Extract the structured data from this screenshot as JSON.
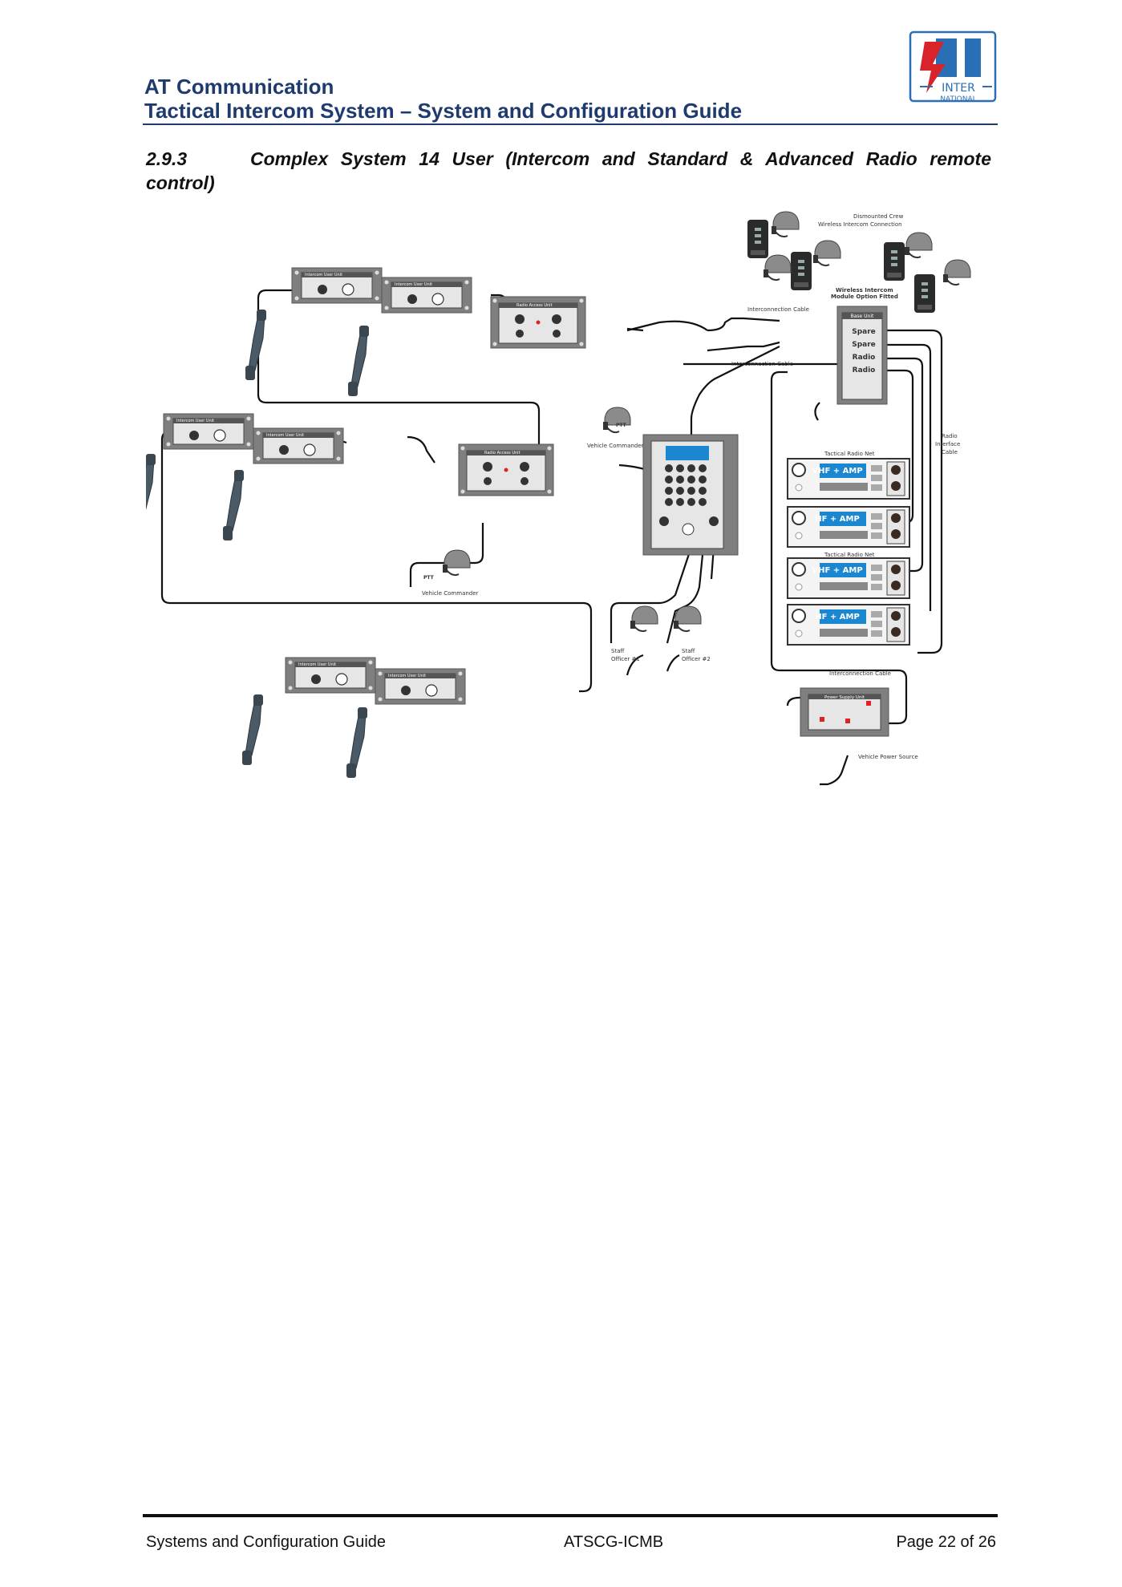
{
  "header": {
    "company": "AT Communication",
    "doc_title": "Tactical Intercom System – System and Configuration Guide",
    "logo_text_top": "INTER",
    "logo_text_bottom": "NATIONAL"
  },
  "section": {
    "number": "2.9.3",
    "title_line1": "Complex System 14 User (Intercom and Standard & Advanced Radio remote",
    "title_line2": "control)"
  },
  "diagram": {
    "labels": {
      "dismounted": "Dismounted Crew",
      "wireless_conn": "Wireless Intercom Connection",
      "wireless_module1": "Wireless Intercom",
      "wireless_module2": "Module Option Fitted",
      "interconnection_1": "Interconnection Cable",
      "interconnection_2": "Interconnection Cable",
      "interconnection_3": "Interconnection Cable",
      "base_unit": "Base Unit",
      "spare1": "Spare",
      "spare2": "Spare",
      "radio1": "Radio",
      "radio2": "Radio",
      "radio_interface1": "Radio",
      "radio_interface2": "Interface",
      "radio_interface3": "Cable",
      "tactical_net1": "Tactical Radio Net",
      "tactical_net2": "Tactical Radio Net",
      "vhf1": "VHF + AMP",
      "hf1": "HF + AMP",
      "vhf2": "VHF + AMP",
      "hf2": "HF + AMP",
      "vehicle_commander1": "Vehicle Commander",
      "vehicle_commander2": "Vehicle Commander",
      "staff1a": "Staff",
      "staff1b": "Officer #1",
      "staff2a": "Staff",
      "staff2b": "Officer #2",
      "power_supply": "Power Supply Unit",
      "vehicle_power": "Vehicle Power Source",
      "intercom_user_unit": "Intercom User Unit",
      "radio_access_unit": "Radio Access Unit",
      "ptt": "PTT"
    }
  },
  "footer": {
    "left": "Systems and Configuration Guide",
    "center": "ATSCG-ICMB",
    "right": "Page 22 of 26"
  }
}
